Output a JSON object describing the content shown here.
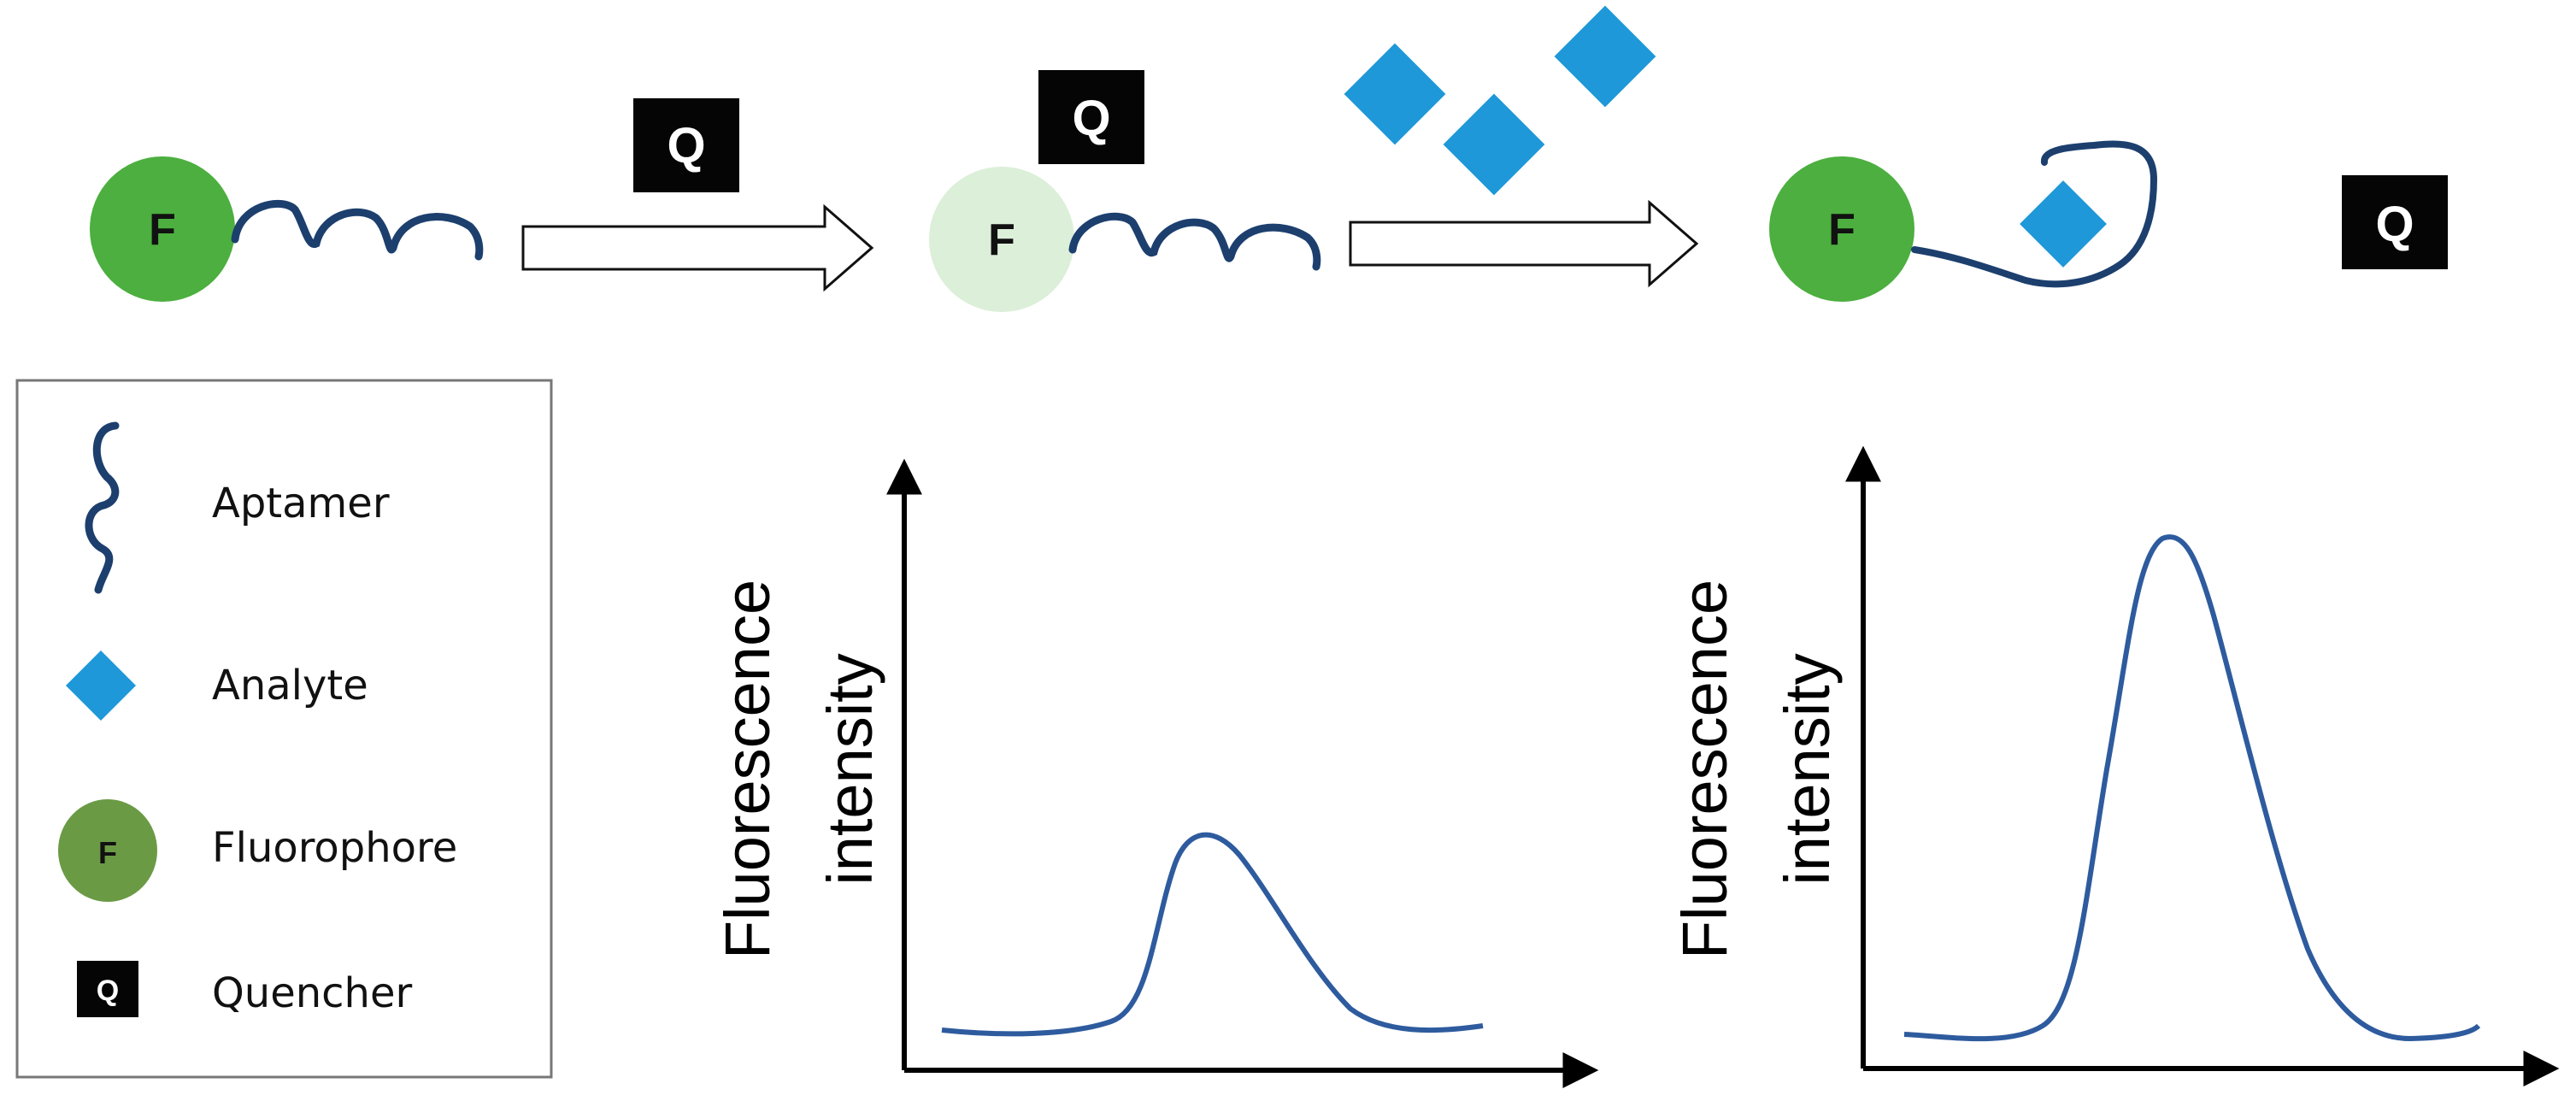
{
  "labels": {
    "fluorophore_letter": "F",
    "quencher_letter": "Q"
  },
  "legend": {
    "items": [
      {
        "label": "Aptamer",
        "icon": "aptamer-icon"
      },
      {
        "label": "Analyte",
        "icon": "analyte-diamond-icon"
      },
      {
        "label": "Fluorophore",
        "icon": "fluorophore-circle-icon"
      },
      {
        "label": "Quencher",
        "icon": "quencher-square-icon"
      }
    ]
  },
  "graphs": [
    {
      "ylabel_line1": "Fluorescence",
      "ylabel_line2": "intensity",
      "peak": "low"
    },
    {
      "ylabel_line1": "Fluorescence",
      "ylabel_line2": "intensity",
      "peak": "high"
    }
  ],
  "colors": {
    "fluorophore": "#4caf3f",
    "fluorophore_quenched": "#dcefd9",
    "legend_fluorophore": "#6b9a45",
    "quencher": "#050505",
    "aptamer": "#1c3f6e",
    "analyte": "#1e98d8",
    "curve": "#2e5b9e"
  }
}
